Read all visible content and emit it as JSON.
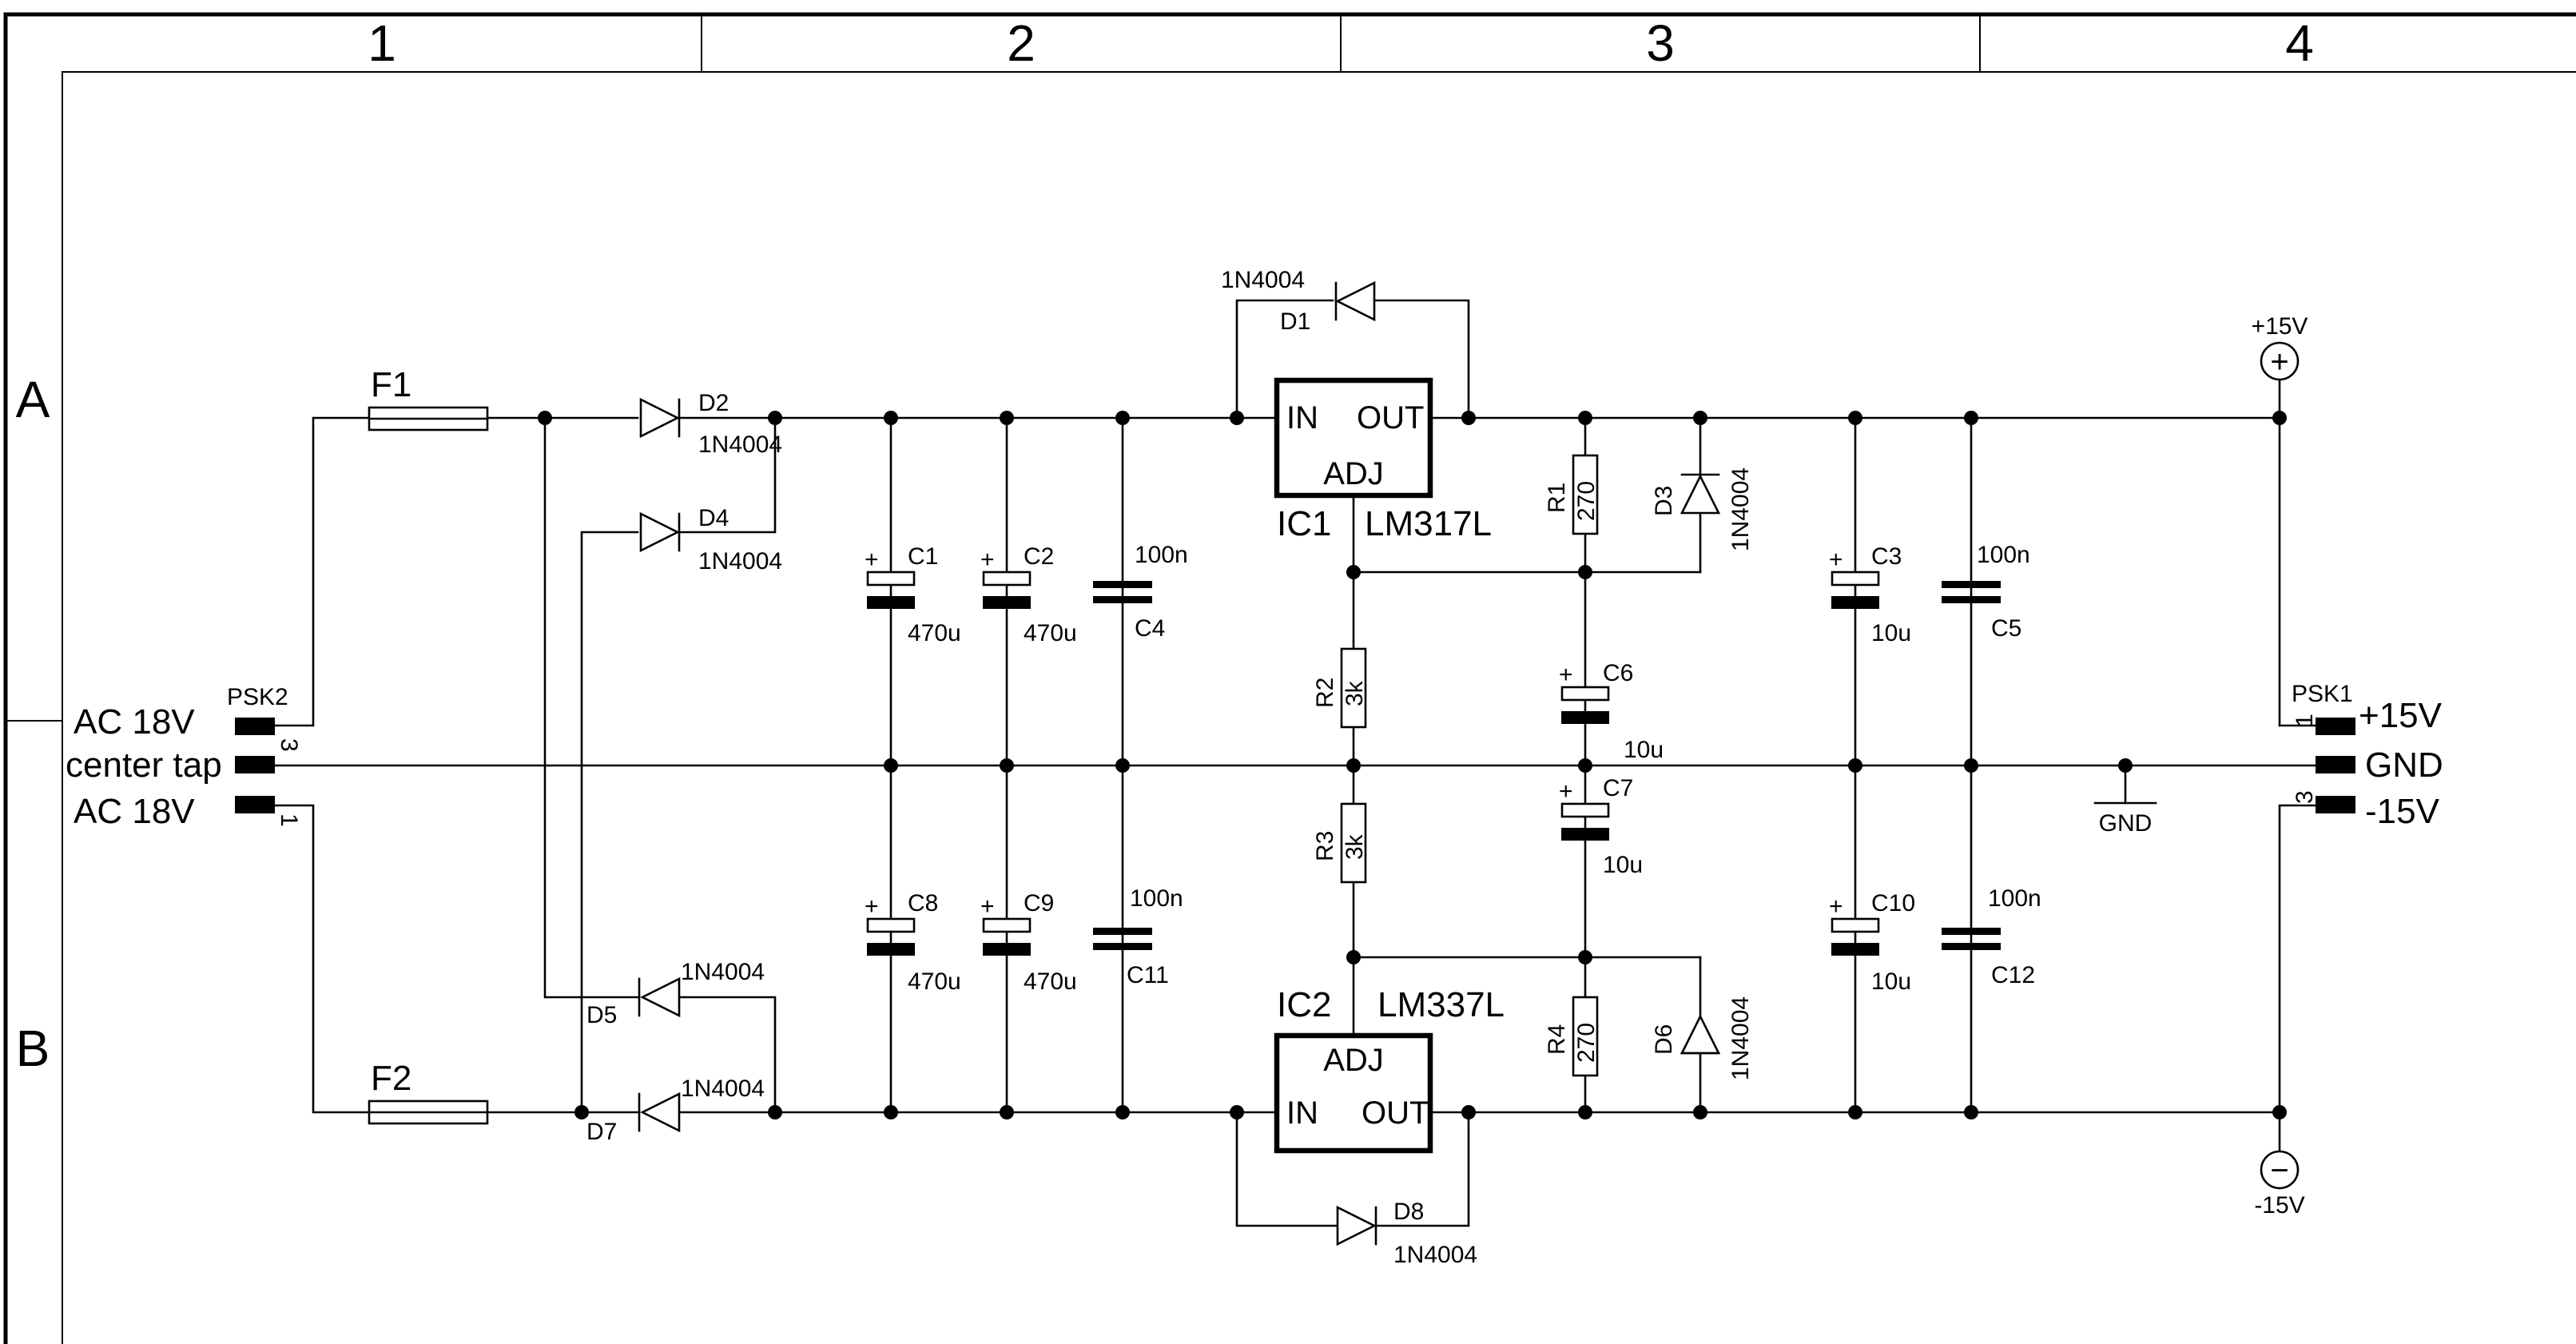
{
  "frame": {
    "columns": [
      "1",
      "2",
      "3",
      "4"
    ],
    "rows": [
      "A",
      "B"
    ]
  },
  "connector_in": {
    "name": "PSK2",
    "labels": [
      "AC 18V",
      "center tap",
      "AC 18V"
    ],
    "pins": [
      "3",
      "1"
    ]
  },
  "connector_out": {
    "name": "PSK1",
    "labels": [
      "+15V",
      "GND",
      "-15V"
    ],
    "pins": [
      "1",
      "3"
    ]
  },
  "fuses": [
    "F1",
    "F2"
  ],
  "diodes": [
    {
      "ref": "D1",
      "value": "1N4004"
    },
    {
      "ref": "D2",
      "value": "1N4004"
    },
    {
      "ref": "D3",
      "value": "1N4004"
    },
    {
      "ref": "D4",
      "value": "1N4004"
    },
    {
      "ref": "D5",
      "value": "1N4004"
    },
    {
      "ref": "D6",
      "value": "1N4004"
    },
    {
      "ref": "D7",
      "value": "1N4004"
    },
    {
      "ref": "D8",
      "value": "1N4004"
    }
  ],
  "capacitors": [
    {
      "ref": "C1",
      "value": "470u"
    },
    {
      "ref": "C2",
      "value": "470u"
    },
    {
      "ref": "C3",
      "value": "10u"
    },
    {
      "ref": "C4",
      "value": "100n"
    },
    {
      "ref": "C5",
      "value": "100n"
    },
    {
      "ref": "C6",
      "value": "10u"
    },
    {
      "ref": "C7",
      "value": "10u"
    },
    {
      "ref": "C8",
      "value": "470u"
    },
    {
      "ref": "C9",
      "value": "470u"
    },
    {
      "ref": "C10",
      "value": "10u"
    },
    {
      "ref": "C11",
      "value": "100n"
    },
    {
      "ref": "C12",
      "value": "100n"
    }
  ],
  "resistors": [
    {
      "ref": "R1",
      "value": "270"
    },
    {
      "ref": "R2",
      "value": "3k"
    },
    {
      "ref": "R3",
      "value": "3k"
    },
    {
      "ref": "R4",
      "value": "270"
    }
  ],
  "regulators": [
    {
      "ref": "IC1",
      "part": "LM317L",
      "pins": {
        "in": "IN",
        "out": "OUT",
        "adj": "ADJ"
      }
    },
    {
      "ref": "IC2",
      "part": "LM337L",
      "pins": {
        "in": "IN",
        "out": "OUT",
        "adj": "ADJ"
      }
    }
  ],
  "plus": "+",
  "supplies": {
    "pos": {
      "label": "+15V",
      "symbol": "+"
    },
    "neg": {
      "label": "-15V",
      "symbol": "−"
    },
    "gnd": {
      "label": "GND"
    }
  }
}
